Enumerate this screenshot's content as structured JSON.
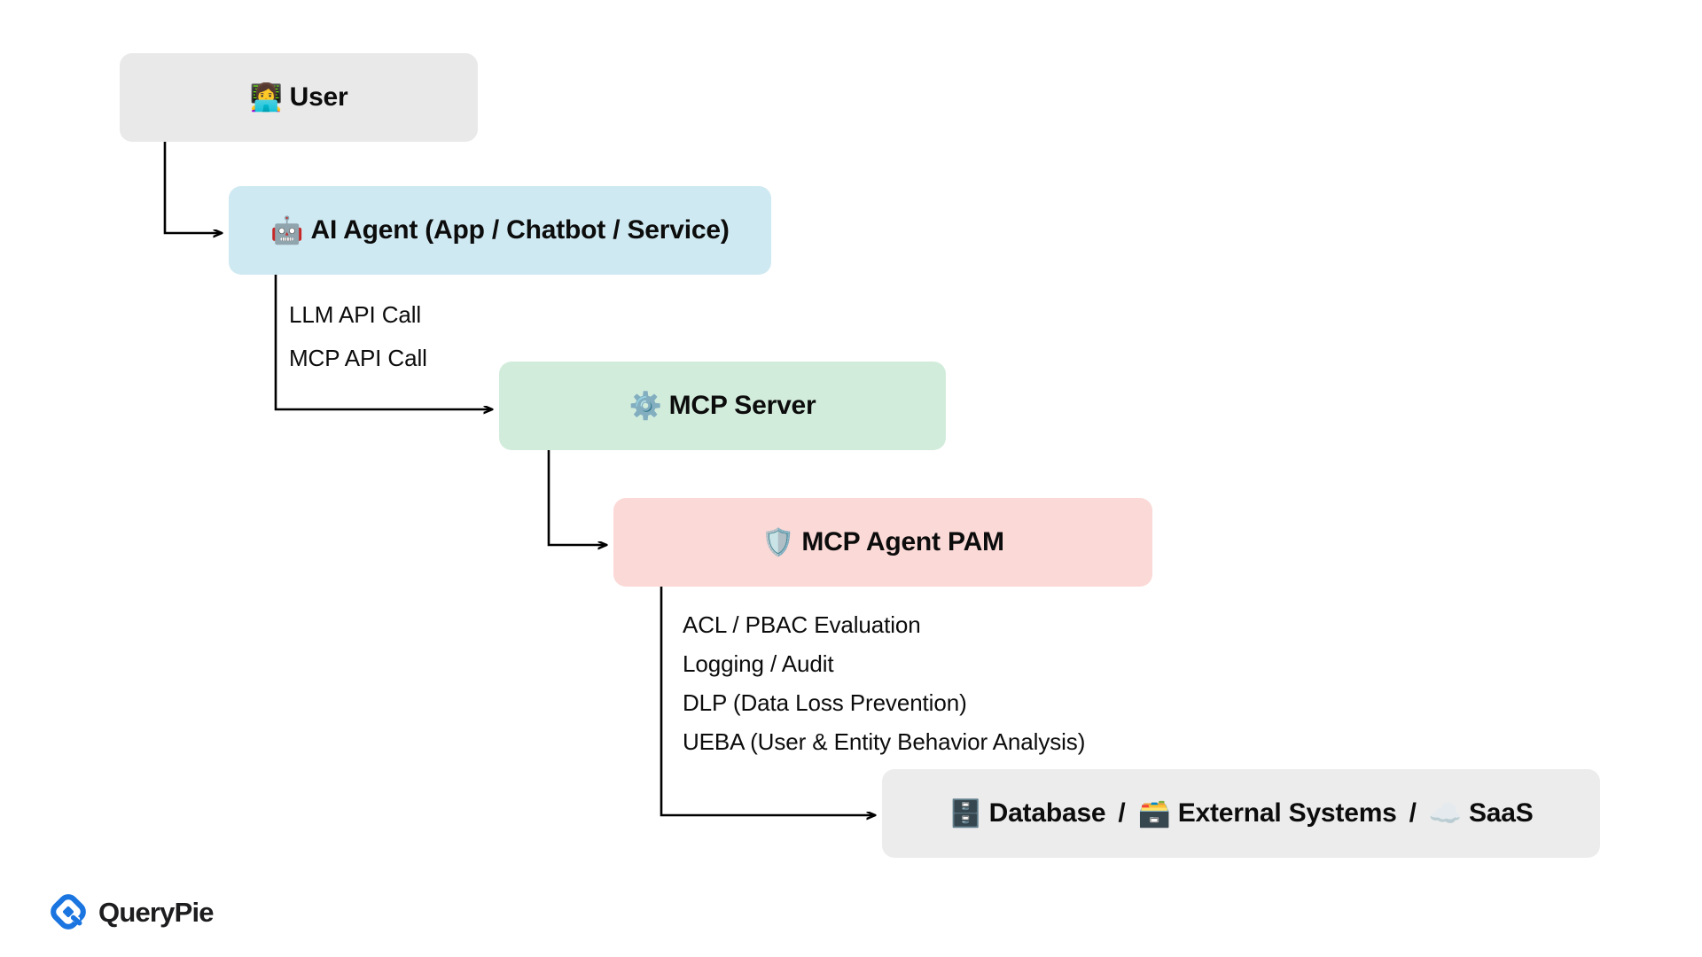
{
  "diagram": {
    "title": "MCP Agent PAM architecture flow",
    "background_color": "#ffffff",
    "nodes": [
      {
        "id": "user",
        "emoji": "👩‍💻",
        "icon_name": "technologist-emoji",
        "label": "User",
        "fill": "#e9e9e9"
      },
      {
        "id": "ai-agent",
        "emoji": "🤖",
        "icon_name": "robot-emoji",
        "label": "AI Agent  (App / Chatbot / Service)",
        "fill": "#cfe9f2"
      },
      {
        "id": "mcp-server",
        "emoji": "⚙️",
        "icon_name": "gear-emoji",
        "label": "MCP Server",
        "fill": "#d2ecdc"
      },
      {
        "id": "mcp-agent-pam",
        "emoji": "🛡️",
        "icon_name": "shield-emoji",
        "label": "MCP Agent PAM",
        "fill": "#fbd9d7"
      }
    ],
    "backends": {
      "fill": "#ececec",
      "separator": "/",
      "items": [
        {
          "emoji": "🗄️",
          "icon_name": "file-cabinet-emoji",
          "label": "Database"
        },
        {
          "emoji": "🗃️",
          "icon_name": "card-file-box-emoji",
          "label": "External Systems"
        },
        {
          "emoji": "☁️",
          "icon_name": "cloud-emoji",
          "label": "SaaS"
        }
      ]
    },
    "edges": [
      {
        "id": "user-to-agent",
        "from": "user",
        "to": "ai-agent",
        "labels": []
      },
      {
        "id": "agent-to-server",
        "from": "ai-agent",
        "to": "mcp-server",
        "labels": [
          "LLM API Call",
          "MCP API Call"
        ]
      },
      {
        "id": "server-to-pam",
        "from": "mcp-server",
        "to": "mcp-agent-pam",
        "labels": []
      },
      {
        "id": "pam-to-backends",
        "from": "mcp-agent-pam",
        "to": "backends",
        "labels": [
          "ACL / PBAC Evaluation",
          "Logging / Audit",
          "DLP (Data Loss Prevention)",
          "UEBA (User & Entity Behavior Analysis)"
        ]
      }
    ],
    "connector_color": "#000000"
  },
  "brand": {
    "name": "QueryPie",
    "logo_icon": "querypie-logo-icon",
    "accent_color": "#1b75e0",
    "wordmark_color": "#1d1d1f"
  }
}
